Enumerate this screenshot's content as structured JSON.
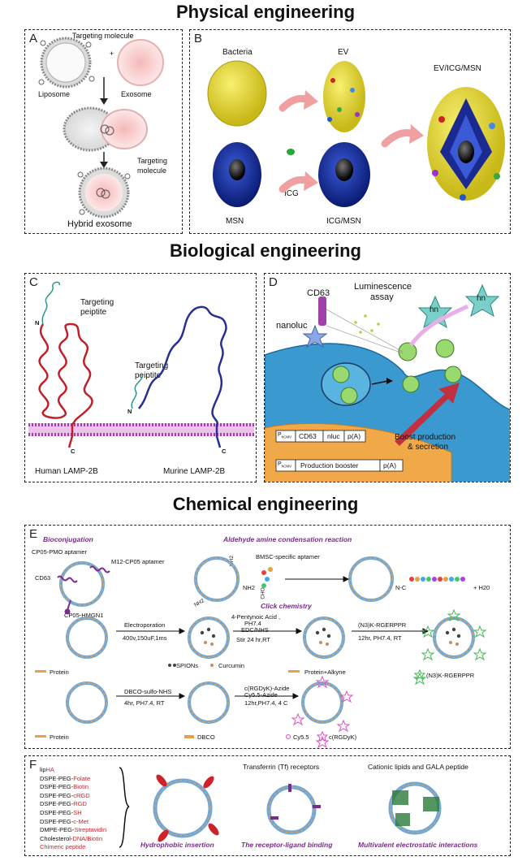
{
  "titles": {
    "physical": "Physical engineering",
    "biological": "Biological engineering",
    "chemical": "Chemical engineering"
  },
  "panelA": {
    "letter": "A",
    "targeting_top": "Targeting molecule",
    "plus": "+",
    "liposome": "Liposome",
    "exosome": "Exosome",
    "targeting_bottom_1": "Targeting",
    "targeting_bottom_2": "molecule",
    "hybrid": "Hybrid exosome"
  },
  "panelB": {
    "letter": "B",
    "bacteria": "Bacteria",
    "ev": "EV",
    "ev_icg_msn": "EV/ICG/MSN",
    "msn": "MSN",
    "icg": "ICG",
    "icg_msn": "ICG/MSN"
  },
  "panelC": {
    "letter": "C",
    "targeting_1a": "Targeting",
    "targeting_1b": "peiptite",
    "targeting_2a": "Targeting",
    "targeting_2b": "peiptite",
    "n1": "N",
    "n2": "N",
    "c1": "C",
    "c2": "C",
    "human": "Human LAMP-2B",
    "murine": "Murine LAMP-2B"
  },
  "panelD": {
    "letter": "D",
    "cd63": "CD63",
    "nanoluc": "nanoluc",
    "lum_1": "Luminescence",
    "lum_2": "assay",
    "hn1": "hn",
    "hn2": "hn",
    "boost_1": "Boost production",
    "boost_2": "& secretion",
    "pcmv1": "P",
    "pcmv2": "P",
    "cmv": "hCMV",
    "box_cd63": "CD63",
    "box_nluc": "nluc",
    "box_pa1": "p(A)",
    "box_booster": "Production booster",
    "box_pa2": "p(A)"
  },
  "panelE": {
    "letter": "E",
    "bioconj": "Bioconjugation",
    "aldehyde": "Aldehyde amine condensation reaction",
    "cp05_pmo": "CP05-PMO  aptamer",
    "m12": "M12-CP05 aptamer",
    "cd63": "CD63",
    "cp05_hmgn1": "CP05-HMGN1",
    "bmsc": "BMSC-specific aptamer",
    "nh2_a": "NH2",
    "nh2_b": "NH2",
    "nh2_c": "NH2",
    "cho": "CHO",
    "nc": "N-C",
    "h2o": "+ H20",
    "click": "Click chemistry",
    "electro_1": "Electroporation",
    "electro_2": "400v,150uF,1ms",
    "pent_1": "4-Pentynoic Acid ,",
    "pent_2": "PH7.4",
    "pent_3": "EDC/NHS",
    "pent_4": "Stir 24 hr,RT",
    "n3_1": "(N3)K-RGERPPR",
    "n3_2": "12hr, PH7.4, RT",
    "leg_protein1": "Protein",
    "leg_spions": "SPIONs",
    "leg_curcumin": "Curcumin",
    "leg_palk": "Protein+Alkyne",
    "leg_n3": "(N3)K-RGERPPR",
    "dbco_1": "DBCO-sulfo-NHS",
    "dbco_2": "4hr, PH7.4, RT",
    "crgd_1": "c(RGDyK)-Azide",
    "crgd_2": "Cy5.5-Azide",
    "crgd_3": "12hr,PH7.4, 4 C",
    "leg_protein2": "Protein",
    "leg_dbco": "DBCO",
    "leg_cy55": "Cy5.5",
    "leg_crgd": "c(RGDyK)"
  },
  "panelF": {
    "letter": "F",
    "list": [
      {
        "prefix": "lip",
        "suffix": "HA"
      },
      {
        "prefix": "DSPE-PEG-",
        "suffix": "Folate"
      },
      {
        "prefix": "DSPE-PEG-",
        "suffix": "Biotin"
      },
      {
        "prefix": "DSPE-PEG-",
        "suffix": "cRGD"
      },
      {
        "prefix": "DSPE-PEG-",
        "suffix": "RGD"
      },
      {
        "prefix": "DSPE-PEG-",
        "suffix": "SH"
      },
      {
        "prefix": "DSPE-PEG-",
        "suffix": "c-Met"
      },
      {
        "prefix": "DMPE-PEG-",
        "suffix": "Streptavidin"
      },
      {
        "prefix": "Cholesterol-",
        "suffix": "DNA/Biotin"
      },
      {
        "prefix": "",
        "suffix": "Chimeric peptide"
      }
    ],
    "hydrophobic": "Hydrophobic insertion",
    "transferrin": "Transferrin (Tf) receptors",
    "receptor": "The receptor-ligand binding",
    "cationic": "Cationic lipids and GALA peptide",
    "multivalent": "Multivalent electrostatic interactions"
  },
  "colors": {
    "red_text": "#d0202a",
    "purple_text": "#7a2c8c",
    "membrane_blue": "#6fa8d8",
    "membrane_orange": "#e8a04a",
    "bilayer_purple": "#a040a8",
    "human_lamp": "#c0202a",
    "murine_lamp": "#283090",
    "teal": "#2a9a8a"
  }
}
